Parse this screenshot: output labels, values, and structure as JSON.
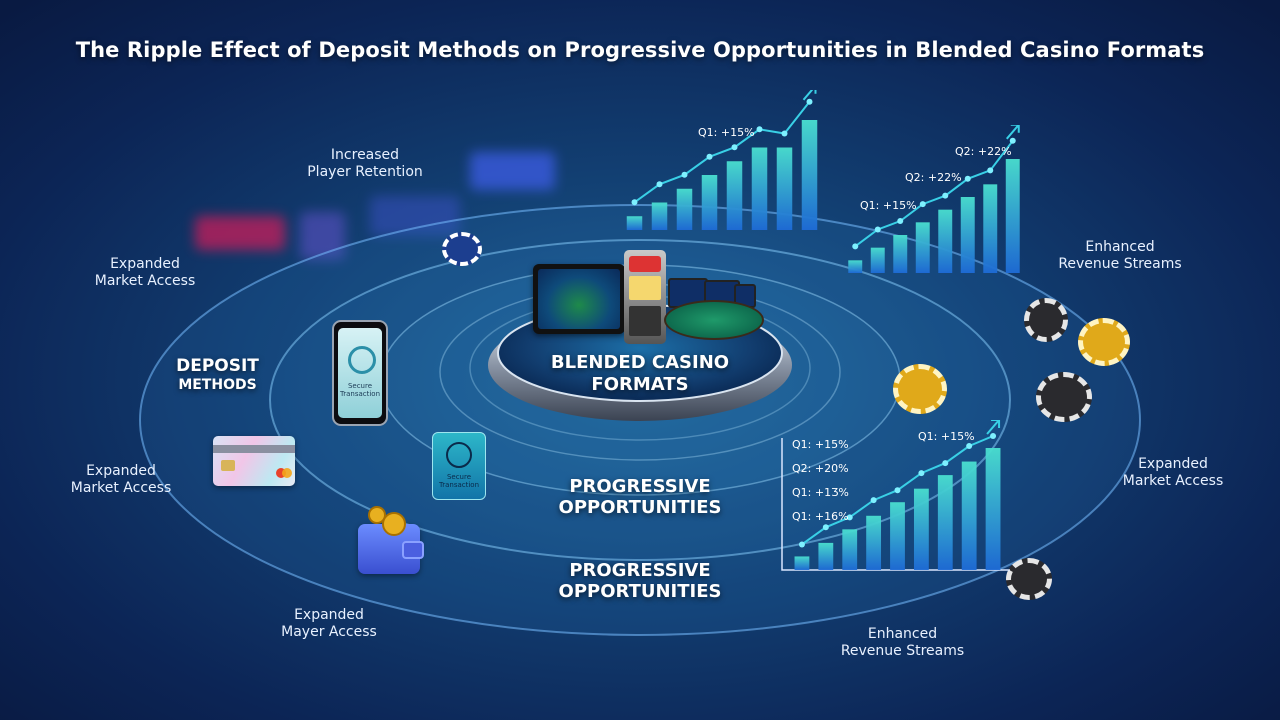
{
  "title": "The Ripple Effect of Deposit Methods on Progressive Opportunities in Blended Casino Formats",
  "center": {
    "line1": "BLENDED CASINO",
    "line2": "FORMATS"
  },
  "deposit": {
    "line1": "DEPOSIT",
    "line2": "METHODS"
  },
  "progressive_1": {
    "line1": "PROGRESSIVE",
    "line2": "OPPORTUNITIES"
  },
  "progressive_2": {
    "line1": "PROGRESSIVE",
    "line2": "OPPORTUNITIES"
  },
  "labels": {
    "retention": {
      "line1": "Increased",
      "line2": "Player Retention"
    },
    "market_top_left": {
      "line1": "Expanded",
      "line2": "Market Access"
    },
    "market_left": {
      "line1": "Expanded",
      "line2": "Market Access"
    },
    "mayer_access": {
      "line1": "Expanded",
      "line2": "Mayer Access"
    },
    "revenue_right": {
      "line1": "Enhanced",
      "line2": "Revenue Streams"
    },
    "market_right": {
      "line1": "Expanded",
      "line2": "Market Access"
    },
    "revenue_bottom": {
      "line1": "Enhanced",
      "line2": "Revenue Streams"
    }
  },
  "phone": {
    "text_line1": "Secure",
    "text_line2": "Transaction"
  },
  "card2": {
    "text_line1": "Secure",
    "text_line2": "Transaction"
  },
  "chart_data": [
    {
      "type": "bar",
      "annotations": [
        "Q1: +15%"
      ],
      "values": [
        1,
        2,
        3,
        4,
        5,
        6,
        6,
        8
      ]
    },
    {
      "type": "bar",
      "annotations": [
        "Q1: +15%",
        "Q2: +22%",
        "Q2: +22%"
      ],
      "values": [
        1,
        2,
        3,
        4,
        5,
        6,
        7,
        9
      ]
    },
    {
      "type": "bar",
      "annotations": [
        "Q1: +15%",
        "Q2: +20%",
        "Q1: +1Ʒ%",
        "Q1: +16%",
        "Q1: +15%"
      ],
      "values": [
        1,
        2,
        3,
        4,
        5,
        6,
        7,
        8,
        9
      ]
    }
  ],
  "colors": {
    "gold_chip": "#e0a91a",
    "black_chip": "#2a2a2e",
    "blue_chip": "#1c3e8f",
    "bar_top": "#4ae0d0",
    "bar_bottom": "#1e6bd6"
  }
}
